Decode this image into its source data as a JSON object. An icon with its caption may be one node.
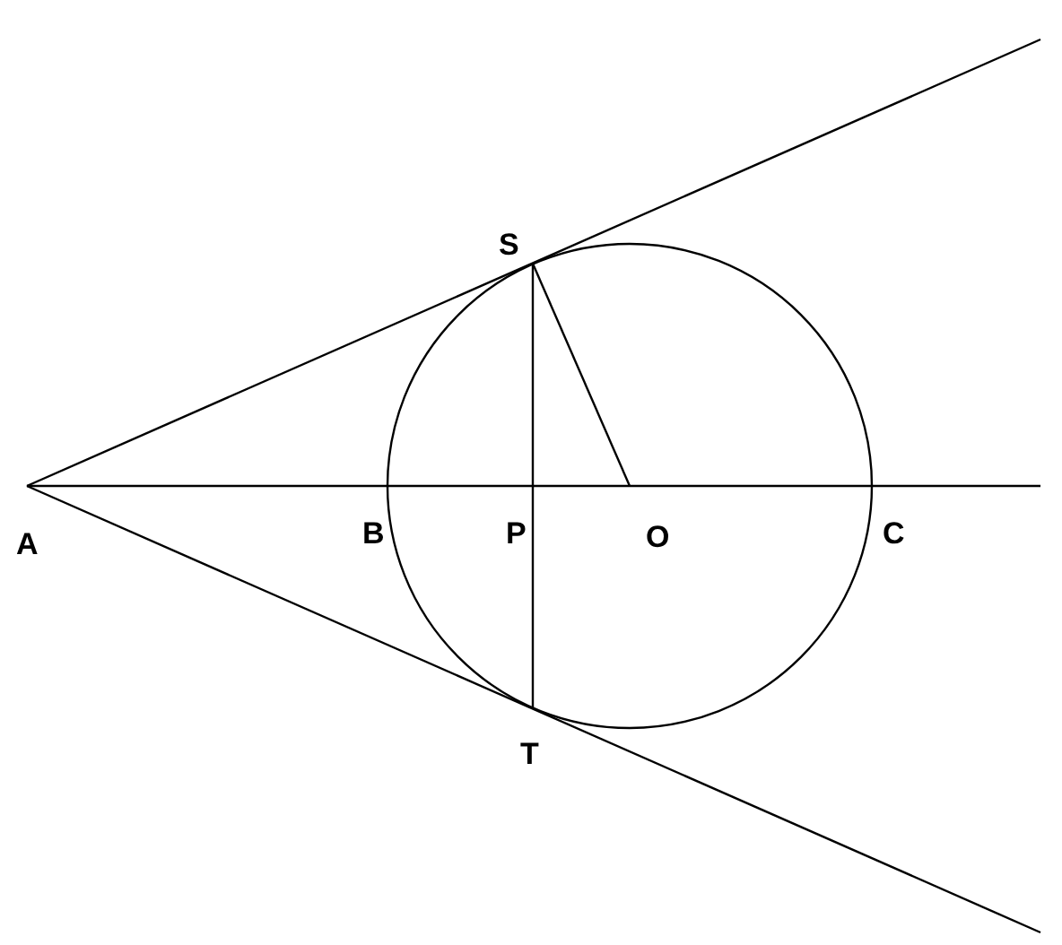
{
  "diagram": {
    "labels": [
      "S",
      "A",
      "B",
      "P",
      "O",
      "C",
      "T"
    ]
  }
}
